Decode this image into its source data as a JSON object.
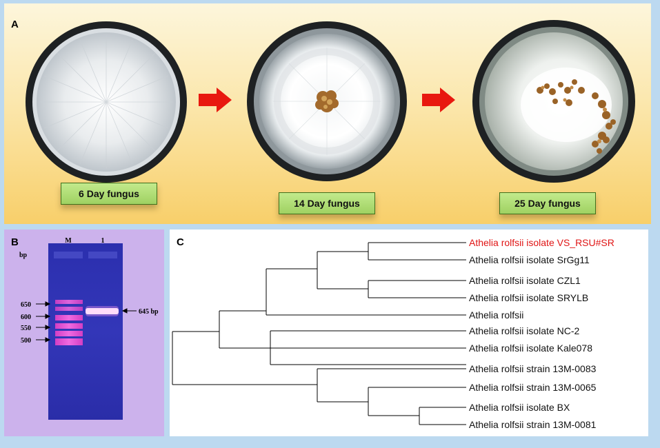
{
  "panel_a": {
    "letter": "A",
    "stages": [
      {
        "label": "6 Day fungus"
      },
      {
        "label": "14 Day fungus"
      },
      {
        "label": "25 Day fungus"
      }
    ]
  },
  "panel_b": {
    "letter": "B",
    "lane_labels": [
      "M",
      "1"
    ],
    "unit": "bp",
    "markers": [
      "650",
      "600",
      "550",
      "500"
    ],
    "band_label": "645 bp"
  },
  "panel_c": {
    "letter": "C",
    "highlight_color": "#e01414",
    "taxa": [
      {
        "name": "Athelia rolfsii isolate VS_RSU#SR",
        "highlight": true
      },
      {
        "name": "Athelia rolfsii isolate SrGg11",
        "highlight": false
      },
      {
        "name": "Athelia rolfsii isolate CZL1",
        "highlight": false
      },
      {
        "name": "Athelia rolfsii isolate SRYLB",
        "highlight": false
      },
      {
        "name": "Athelia rolfsii",
        "highlight": false
      },
      {
        "name": "Athelia rolfsii isolate NC-2",
        "highlight": false
      },
      {
        "name": "Athelia rolfsii isolate Kale078",
        "highlight": false
      },
      {
        "name": "Athelia rolfsii strain 13M-0083",
        "highlight": false
      },
      {
        "name": "Athelia rolfsii strain 13M-0065",
        "highlight": false
      },
      {
        "name": "Athelia rolfsii isolate BX",
        "highlight": false
      },
      {
        "name": "Athelia rolfsii strain 13M-0081",
        "highlight": false
      }
    ]
  }
}
